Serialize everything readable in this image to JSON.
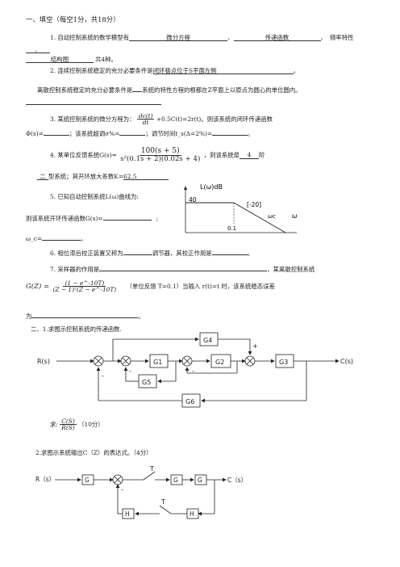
{
  "section1": {
    "title": "一、填空（每空1分，共18分）",
    "q1": {
      "text": "1. 自动控制系统的数学模型有",
      "a1": "微分方程",
      "sep": "、",
      "a2": "传递函数",
      "a3": "频率特性",
      "end": "、",
      "a4": "结构图",
      "tail": "共4种。"
    },
    "q2": {
      "text": "2. 连续控制系统稳定的充分必要条件是",
      "ans": "闭环极点位于S平面左侧",
      "end": "。"
    },
    "q2b": {
      "text": "离散控制系统稳定的充分必要条件是",
      "mid": "系统的特性方程的根都在Z平面上以原点为圆心的单位圆内。"
    },
    "q3": {
      "text": "3. 某统控制系统的微分方程为：",
      "num": "dc(t)",
      "den": "dt",
      "rest": "+0.5C(t)=2r(t)。则该系统的闭环传递函数",
      "line2a": "Φ(s)=",
      "line2b": "；该系统超调σ%=",
      "line2c": "；调节时间t_s(Δ=2%)=",
      "end": "。"
    },
    "q4": {
      "text": "4. 某单位反馈系统G(s)=",
      "num": "100(s + 5)",
      "den": "s²(0.1s + 2)(0.02s + 4)",
      "rest": "，则该系统是",
      "ans": "4",
      "unit": "阶",
      "line2": "二",
      "line2b": "型系统；其开环放大系数K=",
      "k": "62.5"
    },
    "q5": {
      "text": "5. 已知自动控制系统L(ω)曲线为:",
      "line2": "则该系统开环传递函数G(s)=",
      "wc": "ω_c=",
      "end": "。",
      "plot": {
        "ylabel": "L(ω)dB",
        "level": "40",
        "slope": "[-20]",
        "wc_label": "ωc",
        "x_tick": "0.1",
        "x_axis": "ω"
      }
    },
    "q6": {
      "text": "6. 相位滞后校正装置又称为",
      "mid": "调节器，其校正作用是",
      "end": "。"
    },
    "q7": {
      "text": "7. 采样器的作用是",
      "mid": "，某离散控制系统",
      "gz": "G(Z) =",
      "num": "(1 − e^-10T)",
      "den": "(Z − 1)²(Z − e^-10T)",
      "rest": "（单位反馈 T=0.1）当输入 r(t)=t 时，该系统稳态误差",
      "line3": "为",
      "end": "。"
    }
  },
  "section2": {
    "q1_title": "二、1.求图示控制系统的传递函数.",
    "blocks": {
      "g1": "G1",
      "g2": "G2",
      "g3": "G3",
      "g4": "G4",
      "g5": "G5",
      "g6": "G6"
    },
    "input": "R(s)",
    "output": "C(s)",
    "plus": "+",
    "minus": "-",
    "ask": "求:",
    "ask_num": "C(S)",
    "ask_den": "R(S)",
    "ask_pts": "（10分）",
    "q2_title": "2.求图示系统输出C（Z）的表达式。（4分）",
    "d2": {
      "input": "R（s）",
      "output": "C（s）",
      "g1": "G",
      "g2": "G",
      "g3": "G",
      "h1": "H",
      "h2": "H",
      "t1": "T",
      "t2": "T",
      "minus": "-"
    }
  }
}
